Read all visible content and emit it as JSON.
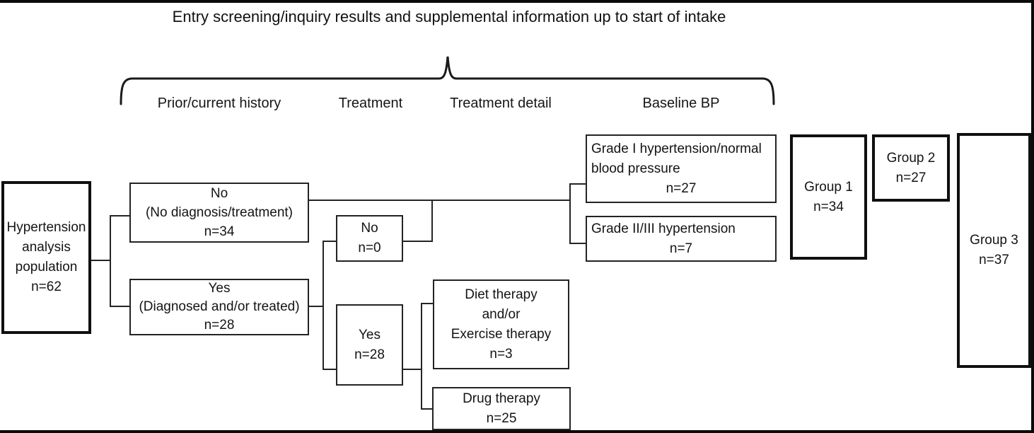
{
  "title": "Entry screening/inquiry results and supplemental information up to start of intake",
  "columns": {
    "prior_history": "Prior/current history",
    "treatment": "Treatment",
    "treatment_detail": "Treatment detail",
    "baseline_bp": "Baseline BP"
  },
  "boxes": {
    "population": {
      "lines": [
        "Hypertension",
        "analysis",
        "population",
        "n=62"
      ]
    },
    "history_no": {
      "lines": [
        "No",
        "(No diagnosis/treatment)",
        "n=34"
      ]
    },
    "history_yes": {
      "lines": [
        "Yes",
        "(Diagnosed and/or treated)",
        "n=28"
      ]
    },
    "treatment_no": {
      "lines": [
        "No",
        "n=0"
      ]
    },
    "treatment_yes": {
      "lines": [
        "Yes",
        "n=28"
      ]
    },
    "diet_exercise": {
      "lines": [
        "Diet therapy",
        "and/or",
        "Exercise therapy",
        "n=3"
      ]
    },
    "drug": {
      "lines": [
        "Drug therapy",
        "n=25"
      ]
    },
    "grade1": {
      "lines": [
        "Grade I hypertension/normal",
        "blood pressure",
        "n=27"
      ]
    },
    "grade2": {
      "lines": [
        "Grade II/III hypertension",
        "n=7"
      ]
    },
    "group1": {
      "lines": [
        "Group 1",
        "n=34"
      ]
    },
    "group2": {
      "lines": [
        "Group 2",
        "n=27"
      ]
    },
    "group3": {
      "lines": [
        "Group 3",
        "n=37"
      ]
    }
  },
  "colors": {
    "line": "#242424",
    "frame": "#0a0a0a",
    "background": "#ffffff",
    "text": "#141414"
  }
}
